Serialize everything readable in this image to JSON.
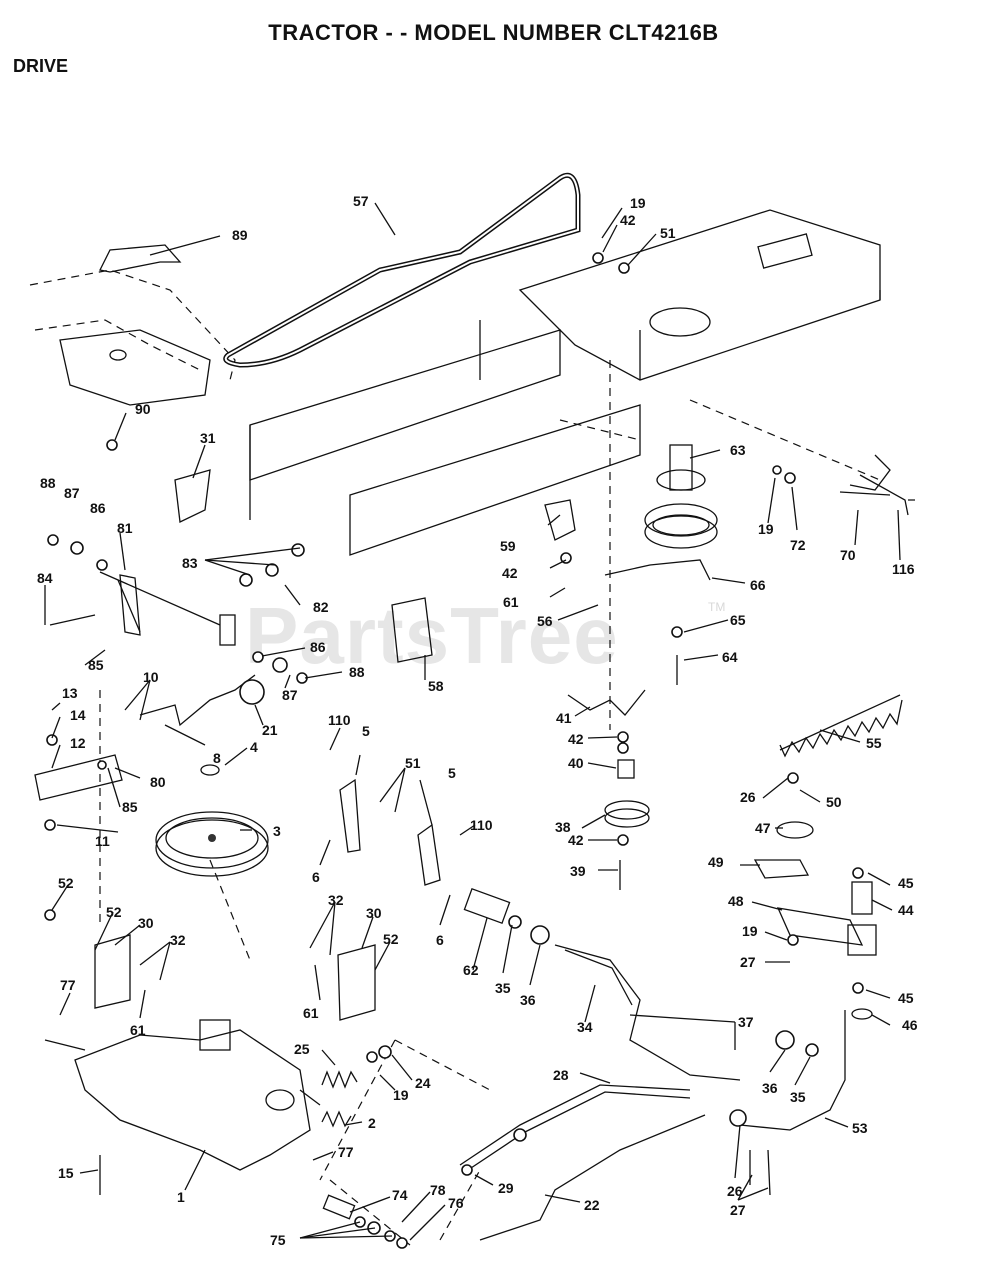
{
  "title": "TRACTOR - - MODEL NUMBER CLT4216B",
  "section": "DRIVE",
  "watermark": "PartsTree",
  "watermark_tm": "TM",
  "callouts": [
    "57",
    "19",
    "42",
    "51",
    "89",
    "90",
    "31",
    "88",
    "87",
    "86",
    "81",
    "83",
    "82",
    "84",
    "85",
    "86",
    "88",
    "87",
    "21",
    "13",
    "14",
    "12",
    "80",
    "85",
    "11",
    "10",
    "8",
    "4",
    "3",
    "110",
    "5",
    "51",
    "5",
    "110",
    "6",
    "6",
    "59",
    "42",
    "61",
    "56",
    "58",
    "63",
    "19",
    "72",
    "70",
    "116",
    "66",
    "65",
    "64",
    "41",
    "42",
    "40",
    "38",
    "42",
    "39",
    "55",
    "26",
    "50",
    "47",
    "49",
    "45",
    "44",
    "48",
    "19",
    "27",
    "45",
    "46",
    "52",
    "52",
    "30",
    "32",
    "77",
    "61",
    "32",
    "30",
    "52",
    "61",
    "25",
    "24",
    "19",
    "2",
    "77",
    "15",
    "1",
    "74",
    "75",
    "78",
    "76",
    "62",
    "35",
    "36",
    "34",
    "37",
    "28",
    "29",
    "22",
    "36",
    "35",
    "26",
    "27",
    "53"
  ]
}
